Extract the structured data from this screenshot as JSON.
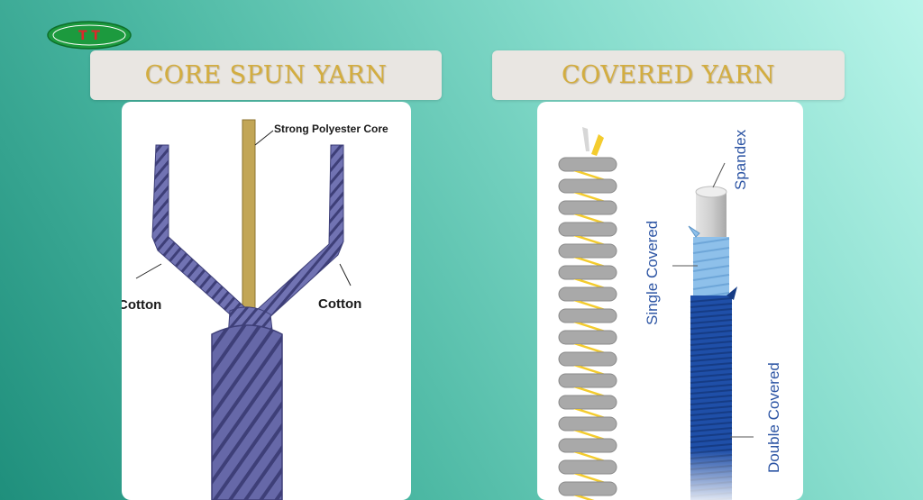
{
  "logo": {
    "text": "T T"
  },
  "left_card": {
    "title": "CORE SPUN YARN",
    "labels": {
      "core": "Strong Polyester Core",
      "cotton_left": "Cotton",
      "cotton_right": "Cotton"
    }
  },
  "right_card": {
    "title": "COVERED YARN",
    "labels": {
      "spandex": "Spandex",
      "single": "Single Covered",
      "double": "Double Covered"
    }
  },
  "colors": {
    "cotton": "#6668a8",
    "cotton_stripe": "#3e3f78",
    "core": "#c2a656",
    "spring_gray": "#a9a9a9",
    "yarn_yellow": "#f4cc2e",
    "spandex": "#cfcfcf",
    "single_cover": "#8ec0ea",
    "double_cover": "#1f4fa8",
    "title_gold": "#d3ad3f"
  }
}
